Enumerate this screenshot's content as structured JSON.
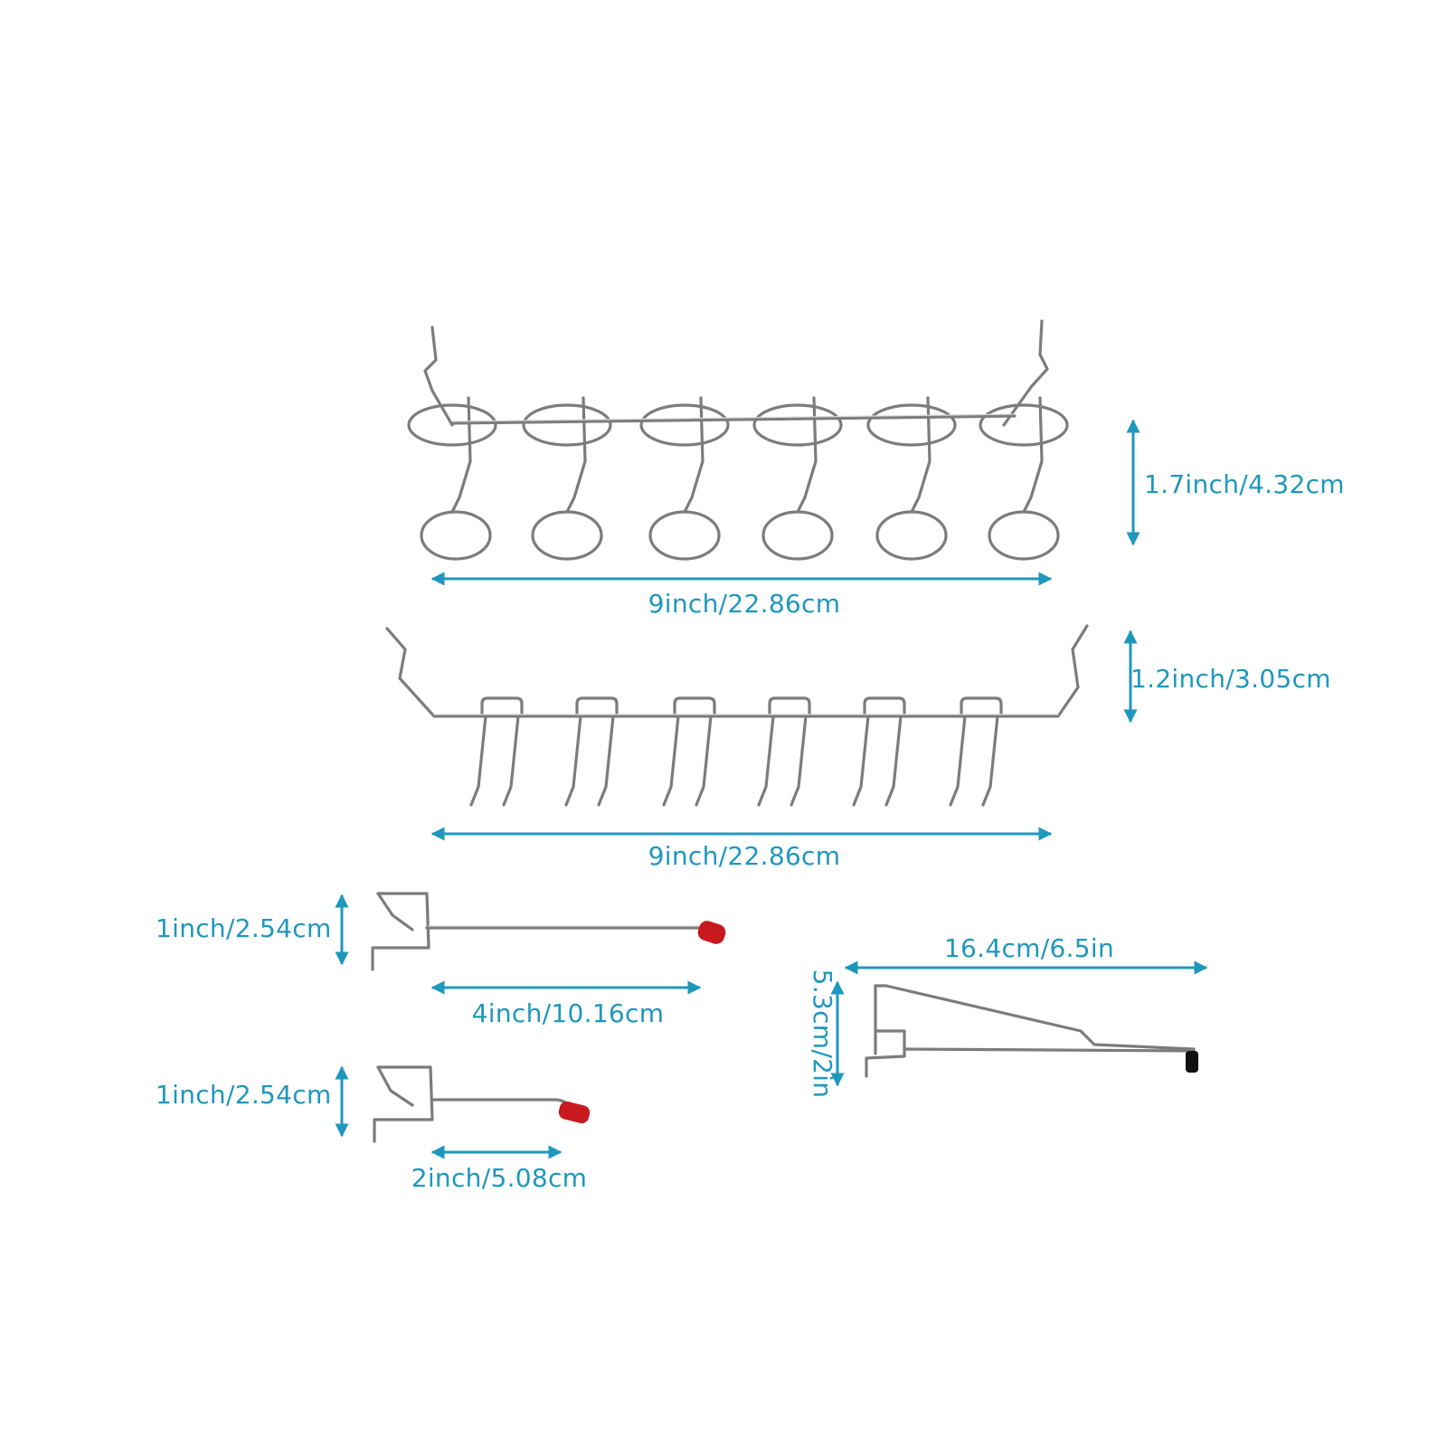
{
  "colors": {
    "dimension": "#1f97bd",
    "wire": "#7c7c7c",
    "tip_red": "#c8191e",
    "tip_black": "#111111",
    "background": "#ffffff"
  },
  "icons": {
    "ring_rack": "ring-hook-rack-icon",
    "fork_rack": "fork-hook-rack-icon",
    "long_hook": "long-peg-hook-icon",
    "short_hook": "short-peg-hook-icon",
    "angled_hook": "angled-peg-hook-icon"
  },
  "dimensions": {
    "ring_rack_height": "1.7inch/4.32cm",
    "ring_rack_width": "9inch/22.86cm",
    "fork_rack_height": "1.2inch/3.05cm",
    "fork_rack_width": "9inch/22.86cm",
    "long_hook_height": "1inch/2.54cm",
    "long_hook_length": "4inch/10.16cm",
    "short_hook_height": "1inch/2.54cm",
    "short_hook_length": "2inch/5.08cm",
    "angled_hook_length": "16.4cm/6.5in",
    "angled_hook_height": "5.3cm/2in"
  }
}
